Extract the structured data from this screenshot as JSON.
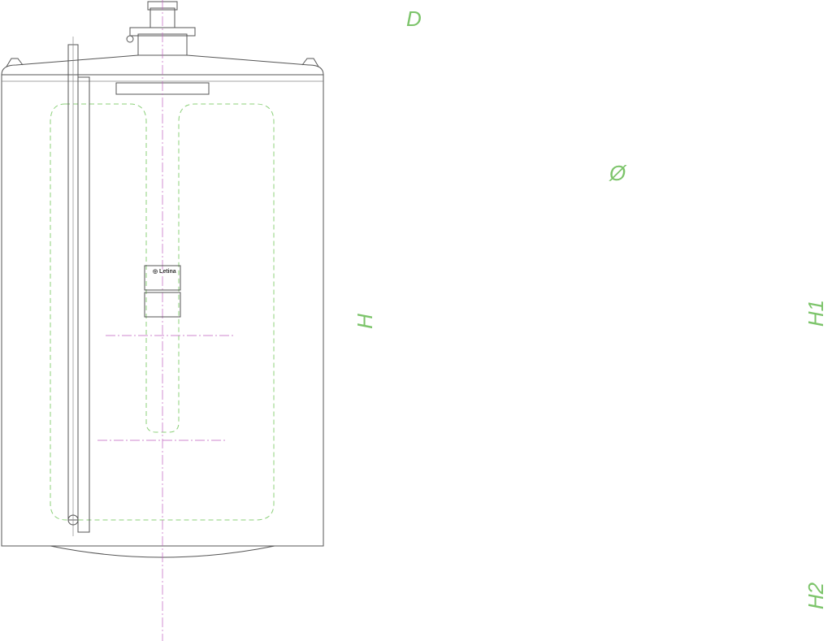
{
  "dimensions": {
    "diagonal": "D",
    "diameter": "Ø",
    "height": "H",
    "height_1": "H1",
    "height_2": "H2"
  },
  "logo": "Letina",
  "colors": {
    "outline": "#555555",
    "dimension": "#e8262a",
    "label": "#7cc46a",
    "jacket": "#8cd07a",
    "axis": "#c060c0"
  }
}
